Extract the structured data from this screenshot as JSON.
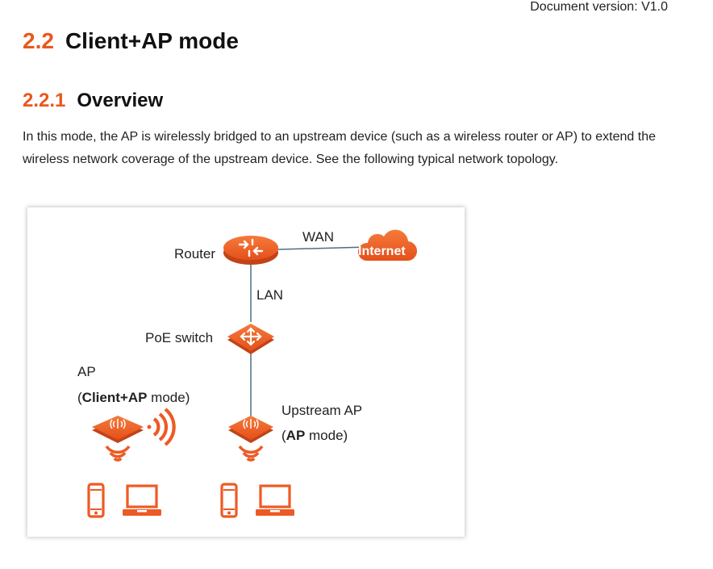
{
  "header": {
    "doc_version": "Document version: V1.0"
  },
  "section": {
    "number": "2.2",
    "title": "Client+AP mode"
  },
  "subsection": {
    "number": "2.2.1",
    "title": "Overview"
  },
  "intro": "In this mode, the AP is wirelessly bridged to an upstream device (such as a wireless router or AP) to extend the wireless network coverage of the upstream device. See the following typical network topology.",
  "diagram": {
    "wan": "WAN",
    "internet": "Internet",
    "router": "Router",
    "lan": "LAN",
    "poe_switch": "PoE switch",
    "ap_line1": "AP",
    "ap_paren_open": "(",
    "ap_mode_bold": "Client+AP",
    "ap_mode_rest": " mode)",
    "upstream_line1": "Upstream AP",
    "upstream_paren_open": "(",
    "upstream_mode_bold": "AP",
    "upstream_mode_rest": " mode)",
    "accent_color": "#ee5a24"
  }
}
